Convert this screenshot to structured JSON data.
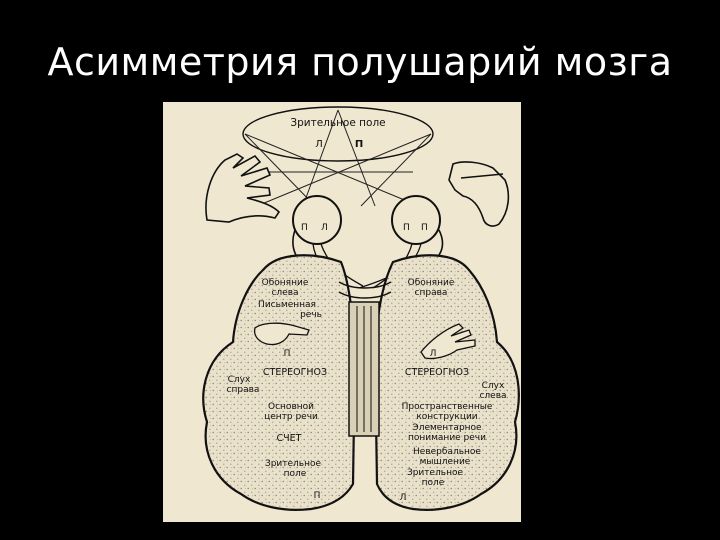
{
  "slide": {
    "title": "Асимметрия полушарий мозга"
  },
  "diagram": {
    "visual_field": {
      "title": "Зрительное поле",
      "left_mark": "Л",
      "right_mark": "П"
    },
    "eye_left": {
      "left_mark": "П",
      "right_mark": "Л"
    },
    "eye_right": {
      "left_mark": "П",
      "right_mark": "П"
    },
    "left_hemisphere": {
      "smell_1": "Обоняние",
      "smell_2": "слева",
      "writing_1": "Письменная",
      "writing_2": "речь",
      "hand_mark": "П",
      "stereognosis": "СТЕРЕОГНОЗ",
      "hearing_1": "Слух",
      "hearing_2": "справа",
      "speech_1": "Основной",
      "speech_2": "центр речи",
      "counting": "СЧЕТ",
      "vision_1": "Зрительное",
      "vision_2": "поле",
      "bottom_mark": "П"
    },
    "right_hemisphere": {
      "smell_1": "Обоняние",
      "smell_2": "справа",
      "hand_mark": "Л",
      "stereognosis": "СТЕРЕОГНОЗ",
      "hearing_1": "Слух",
      "hearing_2": "слева",
      "spatial_1": "Пространственные",
      "spatial_2": "конструкции",
      "speech_1": "Элементарное",
      "speech_2": "понимание речи",
      "nonverbal_1": "Невербальное",
      "nonverbal_2": "мышление",
      "vision_1": "Зрительное",
      "vision_2": "поле",
      "bottom_mark": "Л"
    },
    "colors": {
      "paper": "#efe7d0",
      "brain": "#e9e1c9",
      "ink": "#111111",
      "slide_bg": "#000000",
      "title": "#ffffff"
    }
  }
}
